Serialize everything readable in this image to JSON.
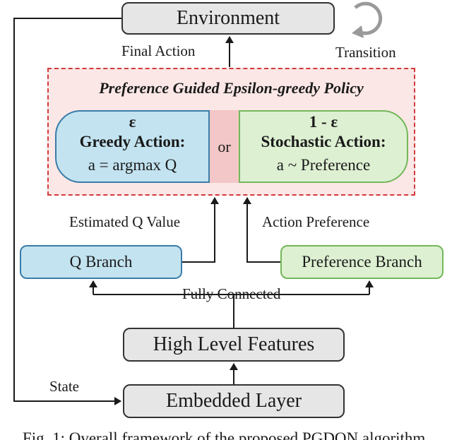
{
  "nodes": {
    "environment": "Environment",
    "policy_title": "Preference Guided Epsilon-greedy Policy",
    "greedy": {
      "prob": "ε",
      "title": "Greedy Action:",
      "formula": "a = argmax Q"
    },
    "or": "or",
    "stochastic": {
      "prob": "1 - ε",
      "title": "Stochastic Action:",
      "formula": "a ~ Preference"
    },
    "q_branch": "Q Branch",
    "preference_branch": "Preference Branch",
    "high_level_features": "High Level Features",
    "embedded_layer": "Embedded Layer"
  },
  "edges": {
    "final_action": "Final Action",
    "transition": "Transition",
    "estimated_q": "Estimated Q Value",
    "action_preference": "Action Preference",
    "fully_connected": "Fully Connected",
    "state": "State"
  },
  "caption": "Fig. 1: Overall framework of the proposed PGDQN algorithm.",
  "colors": {
    "gray_fill": "#e6e6e6",
    "blue_fill": "#c3e3f0",
    "blue_border": "#3a7ca8",
    "green_fill": "#ddf0d2",
    "green_border": "#73b85a",
    "policy_fill": "#fbe7e6",
    "policy_border": "#d33a3a"
  }
}
